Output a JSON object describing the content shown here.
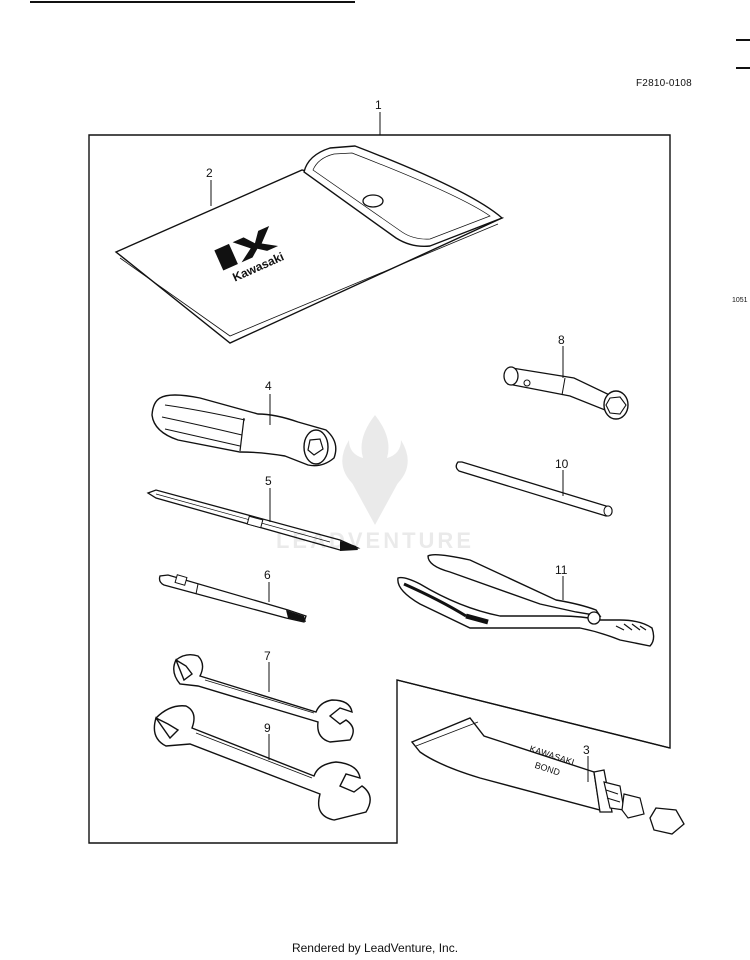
{
  "header": {
    "diagram_code": "F2810-0108",
    "side_code": "1051"
  },
  "callouts": [
    "1",
    "2",
    "3",
    "4",
    "5",
    "6",
    "7",
    "8",
    "9",
    "10",
    "11"
  ],
  "pouch": {
    "brand_text": "Kawasaki"
  },
  "tube": {
    "line1": "KAWASAKI",
    "line2": "BOND"
  },
  "watermark": {
    "text": "LEADVENTURE"
  },
  "footer": {
    "text": "Rendered by LeadVenture, Inc."
  }
}
